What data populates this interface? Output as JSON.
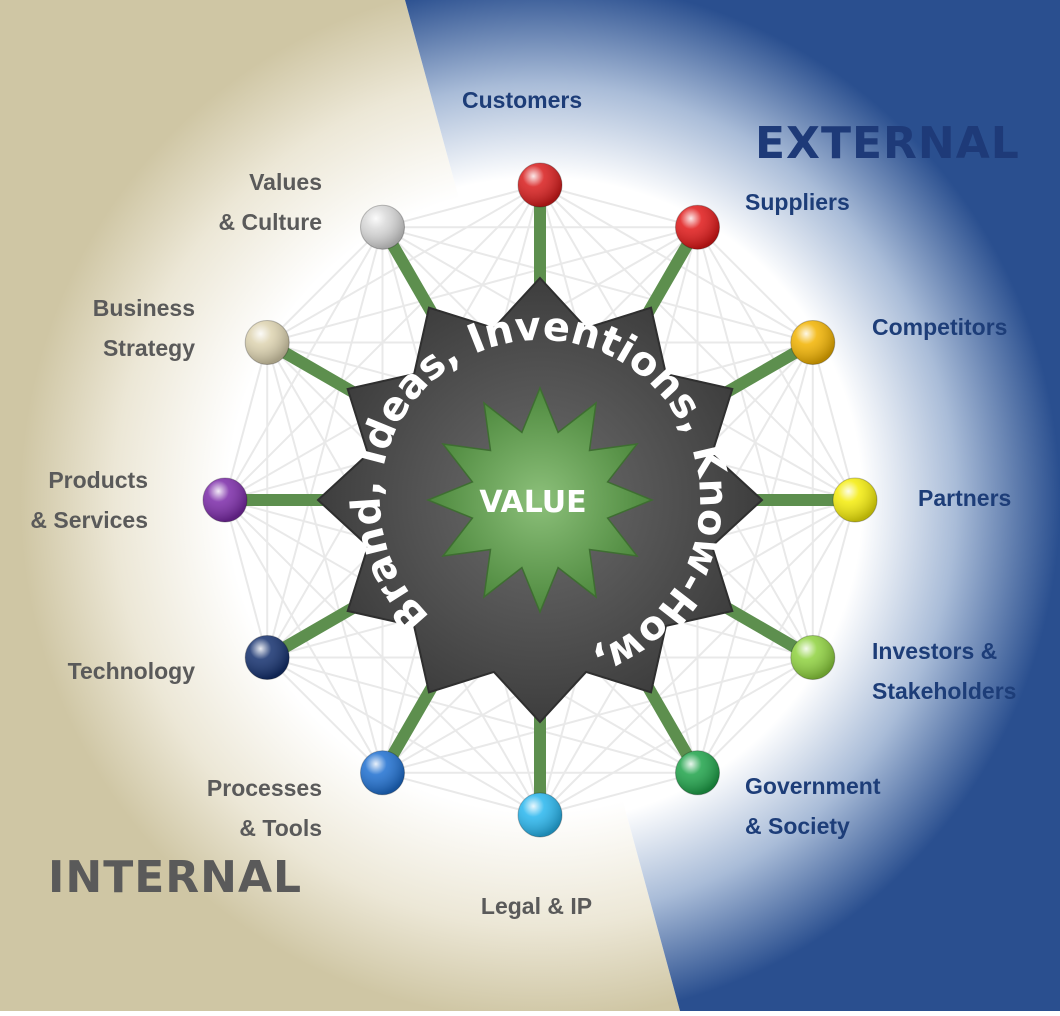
{
  "regions": {
    "external": "EXTERNAL",
    "internal": "INTERNAL"
  },
  "center": {
    "core": "VALUE",
    "ring": "Brand, Ideas, Inventions, Know-How,"
  },
  "nodes": [
    {
      "id": "customers",
      "lines": [
        "Customers"
      ],
      "color": "#d81c1c",
      "group": "external"
    },
    {
      "id": "suppliers",
      "lines": [
        "Suppliers"
      ],
      "color": "#e01818",
      "group": "external"
    },
    {
      "id": "competitors",
      "lines": [
        "Competitors"
      ],
      "color": "#f2b300",
      "group": "external"
    },
    {
      "id": "partners",
      "lines": [
        "Partners"
      ],
      "color": "#f4ec0a",
      "group": "external"
    },
    {
      "id": "investors",
      "lines": [
        "Investors &",
        "Stakeholders"
      ],
      "color": "#8fd23f",
      "group": "external"
    },
    {
      "id": "government",
      "lines": [
        "Government",
        "& Society"
      ],
      "color": "#1fa34a",
      "group": "external"
    },
    {
      "id": "legal",
      "lines": [
        "Legal & IP"
      ],
      "color": "#28b6ee",
      "group": "internal"
    },
    {
      "id": "processes",
      "lines": [
        "Processes",
        "& Tools"
      ],
      "color": "#1e6fd0",
      "group": "internal"
    },
    {
      "id": "technology",
      "lines": [
        "Technology"
      ],
      "color": "#14306e",
      "group": "internal"
    },
    {
      "id": "products",
      "lines": [
        "Products",
        "& Services"
      ],
      "color": "#7b2aa8",
      "group": "internal"
    },
    {
      "id": "business-strategy",
      "lines": [
        "Business",
        "Strategy"
      ],
      "color": "#ddd3b0",
      "group": "internal"
    },
    {
      "id": "values-culture",
      "lines": [
        "Values",
        "& Culture"
      ],
      "color": "#d8d8d8",
      "group": "internal"
    }
  ],
  "colors": {
    "external_bg": "#2a4f8f",
    "internal_bg": "#d8d0b2",
    "spoke": "#5d8f4e",
    "star_outer": "#4a4a4a",
    "star_inner": "#5f9a4c",
    "mesh": "#e9e9e9"
  }
}
